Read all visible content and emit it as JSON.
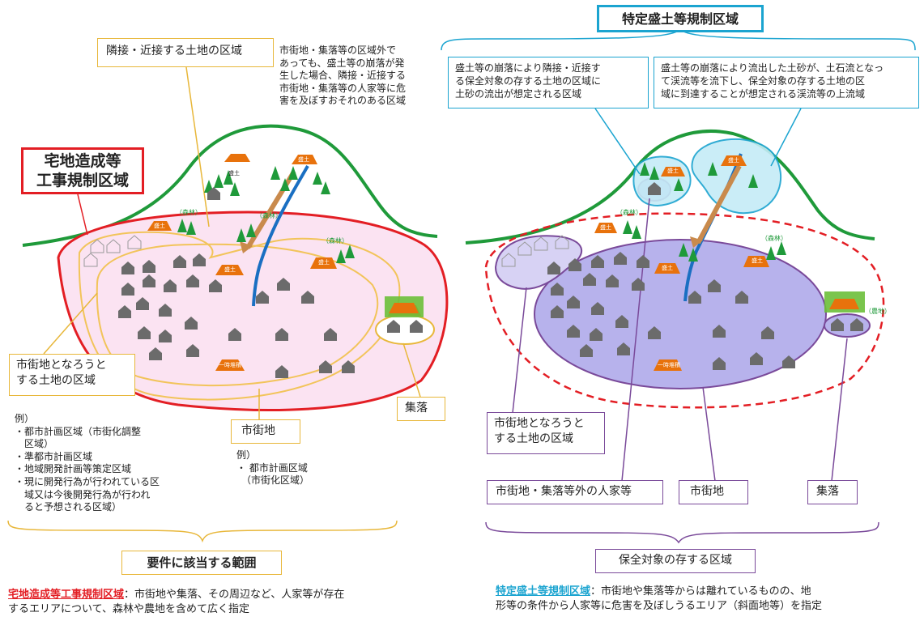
{
  "left_panel": {
    "region_title": "宅地造成等\n工事規制区域",
    "adjacent_label": "隣接・近接する土地の区域",
    "adjacent_note": "市街地・集落等の区域外で\nあっても、盛土等の崩落が発\n生した場合、隣接・近接する\n市街地・集落等の人家等に危\n害を及ぼすおそれのある区域",
    "urbanizing_label": "市街地となろうと\nする土地の区域",
    "examples_left": "例）\n・都市計画区域（市街化調整\n　区域）\n・準都市計画区域\n・地域開発計画等策定区域\n・現に開発行為が行われている区\n　域又は今後開発行為が行われ\n　ると予想される区域）",
    "city_label": "市街地",
    "examples_city": "例）\n・ 都市計画区域\n　（市街化区域）",
    "village_label": "集落",
    "forest1": "（森林）",
    "forest2": "（森林）",
    "forest3": "（森林）",
    "morido1": "盛土",
    "morido2": "盛土",
    "morido3": "盛土",
    "morido4": "盛土",
    "morido5": "盛土",
    "temp_place": "一時堆積",
    "requirement_title": "要件に該当する範囲",
    "footer_term": "宅地造成等工事規制区域",
    "footer_text": "：市街地や集落、その周辺など、人家等が存在\nするエリアについて、森林や農地を含めて広く指定"
  },
  "right_panel": {
    "region_title": "特定盛土等規制区域",
    "box1": "盛土等の崩落により隣接・近接す\nる保全対象の存する土地の区域に\n土砂の流出が想定される区域",
    "box2": "盛土等の崩落により流出した土砂が、土石流となっ\nて渓流等を流下し、保全対象の存する土地の区\n域に到達することが想定される渓流等の上流域",
    "urbanizing_label": "市街地となろうと\nする土地の区域",
    "outside_label": "市街地・集落等外の人家等",
    "city_label": "市街地",
    "village_label": "集落",
    "protected_label": "保全対象の存する区域",
    "forest1": "（森林）",
    "forest2": "（森林）",
    "farm": "（農地）",
    "morido1": "盛土",
    "morido2": "盛土",
    "morido3": "盛土",
    "morido4": "盛土",
    "morido5": "盛土",
    "temp_place": "一時堆積",
    "footer_term": "特定盛土等規制区域",
    "footer_text": "：市街地や集落等からは離れているものの、地\n形等の条件から人家等に危害を及ぼしうるエリア（斜面地等）を指定"
  },
  "colors": {
    "red": "#e31e24",
    "cyan": "#1ba4d0",
    "purple": "#7a4a9a",
    "green": "#1f9a3a",
    "orange": "#e8720c",
    "yellow": "#e8b73a",
    "pink_fill": "#fbe3f2",
    "violet_fill": "#b7b2ec"
  }
}
